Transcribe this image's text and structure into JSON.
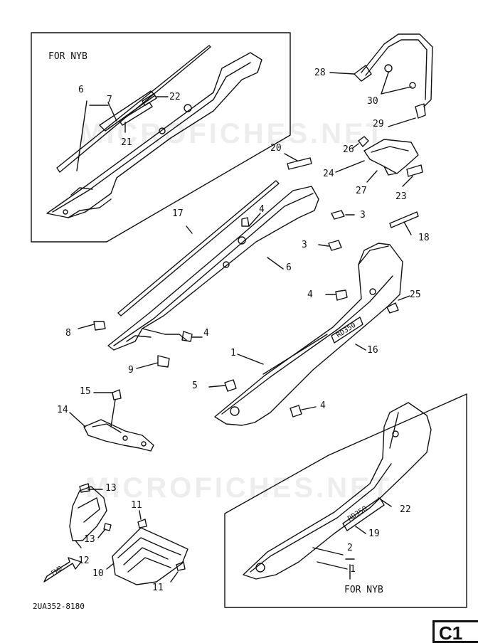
{
  "watermarks": [
    "MICROFICHES.NET",
    "MICROFICHES.NET"
  ],
  "inset_boxes": {
    "top": {
      "title": "FOR NYB"
    },
    "bottom": {
      "title": "FOR NYB"
    }
  },
  "part_labels": [
    "1",
    "2",
    "3",
    "4",
    "5",
    "6",
    "7",
    "8",
    "9",
    "10",
    "11",
    "12",
    "13",
    "14",
    "15",
    "16",
    "17",
    "18",
    "19",
    "20",
    "21",
    "22",
    "23",
    "24",
    "25",
    "26",
    "27",
    "28",
    "29",
    "30"
  ],
  "callouts": {
    "t6": "6",
    "t7": "7",
    "t22": "22",
    "t21": "21",
    "m28": "28",
    "m30": "30",
    "m29": "29",
    "m26": "26",
    "m20": "20",
    "m24": "24",
    "m27": "27",
    "m23": "23",
    "m17": "17",
    "m4a": "4",
    "m3a": "3",
    "m18": "18",
    "m3b": "3",
    "m6": "6",
    "m4b": "4",
    "m25": "25",
    "m8": "8",
    "m4c": "4",
    "m16": "16",
    "m1": "1",
    "m9": "9",
    "m5": "5",
    "m4d": "4",
    "m15": "15",
    "m14": "14",
    "b13a": "13",
    "b11a": "11",
    "b13b": "13",
    "b12": "12",
    "b10": "10",
    "b11b": "11",
    "n22": "22",
    "n19": "19",
    "n2": "2",
    "n1": "1"
  },
  "decals": {
    "main": "RD350",
    "inset": "RD350"
  },
  "fwd_label": "FWD",
  "drawing_number": "2UA352-8180",
  "page_tag": "C1"
}
